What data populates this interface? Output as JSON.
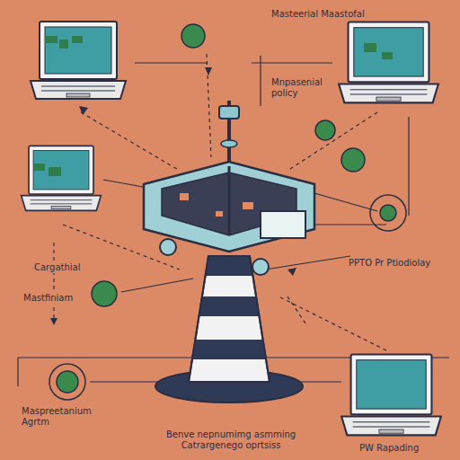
{
  "diagram": {
    "labels": [
      "Masteerial Maastofal",
      "Mnpasenial policy",
      "Cargathial",
      "Mastfiniam",
      "PPTO Pr Ptiodiolay",
      "Maspreetanium Agrtm",
      "Benve nepnumimg asmming Catrargenego oprtsiss",
      "PW Rapading"
    ]
  }
}
